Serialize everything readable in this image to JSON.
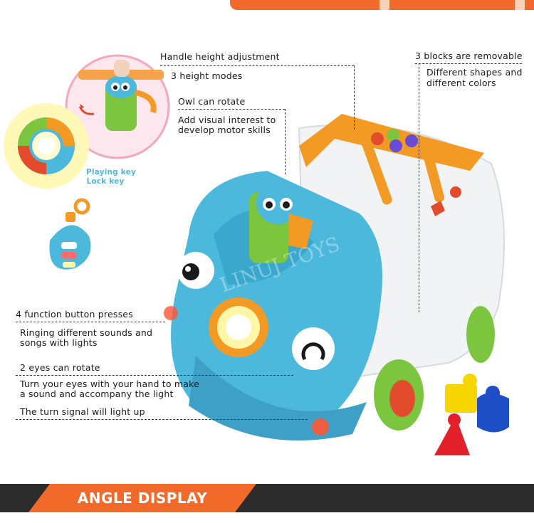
{
  "annotations": {
    "handle_title": "Handle height adjustment",
    "handle_detail": "3 height modes",
    "blocks_title": "3 blocks are removable",
    "blocks_detail_1": "Different shapes and",
    "blocks_detail_2": "different colors",
    "owl_title": "Owl can rotate",
    "owl_detail_1": "Add visual interest to",
    "owl_detail_2": "develop motor skills",
    "buttons_title": "4 function button presses",
    "buttons_detail_1": "Ringing different sounds and",
    "buttons_detail_2": "songs with lights",
    "eyes_title": "2 eyes can rotate",
    "eyes_detail_1": "Turn your eyes with your hand to make",
    "eyes_detail_2": "a sound and accompany the light",
    "turn_signal": "The turn signal will light up"
  },
  "inset": {
    "key_line_1": "Playing key",
    "key_line_2": "Lock key"
  },
  "watermark": "LINUJ TOYS",
  "footer": {
    "title": "ANGLE DISPLAY"
  },
  "colors": {
    "accent": "#f26a2a",
    "dark": "#2b2b2b",
    "toy_blue": "#4cb8dc",
    "toy_orange": "#f39a25",
    "toy_green": "#7cc63f",
    "light_yellow": "#fff6a8"
  }
}
